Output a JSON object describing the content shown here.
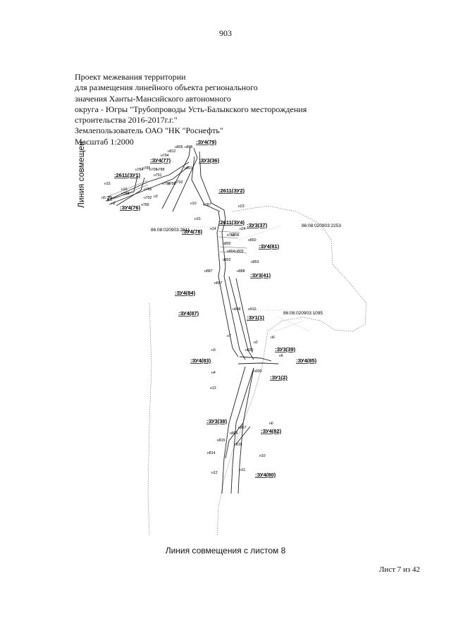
{
  "page_number": "903",
  "header": {
    "lines": [
      "Проект межевания территории",
      "для размещения линейного объекта регионального",
      "значения Ханты-Мансийского автономного",
      "округа - Югры \"Трубопроводы Усть-Балыкского месторождения",
      "строительства 2016-2017г.г.\"",
      "Землепользователь ОАО \"НК \"Роснефть\"",
      "Масштаб 1:2000"
    ]
  },
  "side_label": "Линия совмещен",
  "bottom_title": "Линия совмещения с листом 8",
  "sheet_info": "Лист 7 из 42",
  "map": {
    "parcel_labels": [
      ":ЗУ4(79)",
      ":ЗУ3(36)",
      ":ЗУ4(77)",
      ":2611(ЗУ1)",
      "2)",
      ":ЗУ4(76)",
      ":2611(ЗУ2)",
      ":2611(ЗУ4)",
      ":ЗУ3(37)",
      ":ЗУ4(78)",
      ":ЗУ4(81)",
      ":ЗУ3(41)",
      ":ЗУ4(84)",
      ":ЗУ4(87)",
      ":ЗУ1(1)",
      ":ЗУ3(39)",
      ":ЗУ4(83)",
      ":ЗУ4(85)",
      ":ЗУ1(2)",
      ":ЗУ3(38)",
      ":ЗУ4(82)",
      ":ЗУ4(80)"
    ],
    "cadastral_labels": [
      "86:08:020903:2611",
      "86:08:020903:2253",
      "86:08:020903:1095"
    ],
    "point_labels": [
      "н806",
      "н805",
      "н812",
      "н794",
      "н795",
      "н784",
      "н785",
      "н788",
      "н791",
      "н807",
      "н792",
      "н790",
      "н786",
      "н15",
      "н16",
      "н766",
      "н788",
      "н3",
      "н5",
      "н792",
      "н2",
      "н789",
      "н10",
      "н787",
      "н23",
      "н15",
      "н14",
      "н24",
      "н798",
      "н796",
      "н800",
      "н850",
      "н804",
      "н803",
      "н802",
      "н853",
      "н887",
      "н888",
      "н897",
      "н898",
      "н910",
      "н7",
      "н2",
      "н6",
      "н3",
      "н830",
      "н6",
      "н4",
      "н930",
      "н13",
      "н6",
      "н857",
      "н808",
      "н815",
      "н816",
      "н814",
      "н10",
      "н12",
      "н11"
    ]
  }
}
